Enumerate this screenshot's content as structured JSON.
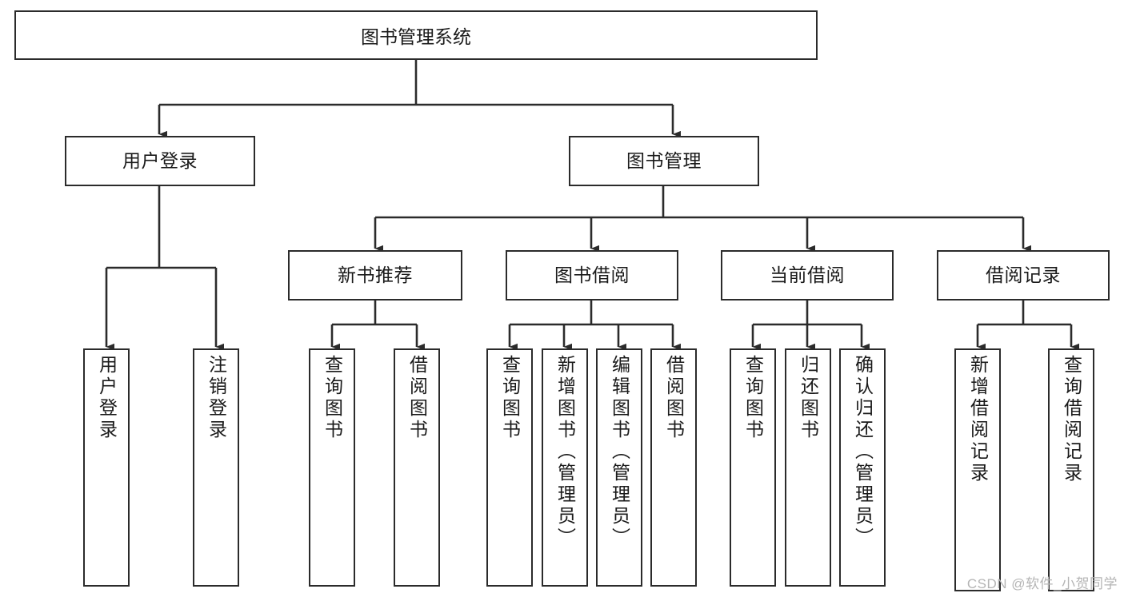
{
  "diagram": {
    "title": "图书管理系统",
    "type": "functional-structure-tree",
    "orientation": "top-down",
    "watermark": "CSDN @软件_小贺同学",
    "colors": {
      "stroke": "#2b2b2b",
      "fill": "#ffffff",
      "text": "#1a1a1a",
      "watermark": "#b4b4b4"
    },
    "levels": {
      "root": "图书管理系统",
      "level2": [
        "用户登录",
        "图书管理"
      ],
      "level3": [
        "新书推荐",
        "图书借阅",
        "当前借阅",
        "借阅记录"
      ]
    },
    "nodes": {
      "root": {
        "label": "图书管理系统"
      },
      "user_login": {
        "label": "用户登录"
      },
      "book_manage": {
        "label": "图书管理"
      },
      "new_book_rec": {
        "label": "新书推荐"
      },
      "book_borrow": {
        "label": "图书借阅"
      },
      "current_borrow": {
        "label": "当前借阅"
      },
      "borrow_record": {
        "label": "借阅记录"
      },
      "leaf_user_login": {
        "label": "用户登录"
      },
      "leaf_logout": {
        "label": "注销登录"
      },
      "leaf_query_book_1": {
        "label": "查询图书"
      },
      "leaf_borrow_book_1": {
        "label": "借阅图书"
      },
      "leaf_query_book_2": {
        "label": "查询图书"
      },
      "leaf_add_book": {
        "label": "新增图书（管理员）"
      },
      "leaf_edit_book": {
        "label": "编辑图书（管理员）"
      },
      "leaf_borrow_book_2": {
        "label": "借阅图书"
      },
      "leaf_query_book_3": {
        "label": "查询图书"
      },
      "leaf_return_book": {
        "label": "归还图书"
      },
      "leaf_confirm_return": {
        "label": "确认归还（管理员）"
      },
      "leaf_add_record": {
        "label": "新增借阅记录"
      },
      "leaf_query_record": {
        "label": "查询借阅记录"
      }
    },
    "edges": [
      {
        "from": "root",
        "to": "user_login"
      },
      {
        "from": "root",
        "to": "book_manage"
      },
      {
        "from": "user_login",
        "to": "leaf_user_login"
      },
      {
        "from": "user_login",
        "to": "leaf_logout"
      },
      {
        "from": "book_manage",
        "to": "new_book_rec"
      },
      {
        "from": "book_manage",
        "to": "book_borrow"
      },
      {
        "from": "book_manage",
        "to": "current_borrow"
      },
      {
        "from": "book_manage",
        "to": "borrow_record"
      },
      {
        "from": "new_book_rec",
        "to": "leaf_query_book_1"
      },
      {
        "from": "new_book_rec",
        "to": "leaf_borrow_book_1"
      },
      {
        "from": "book_borrow",
        "to": "leaf_query_book_2"
      },
      {
        "from": "book_borrow",
        "to": "leaf_add_book"
      },
      {
        "from": "book_borrow",
        "to": "leaf_edit_book"
      },
      {
        "from": "book_borrow",
        "to": "leaf_borrow_book_2"
      },
      {
        "from": "current_borrow",
        "to": "leaf_query_book_3"
      },
      {
        "from": "current_borrow",
        "to": "leaf_return_book"
      },
      {
        "from": "current_borrow",
        "to": "leaf_confirm_return"
      },
      {
        "from": "borrow_record",
        "to": "leaf_add_record"
      },
      {
        "from": "borrow_record",
        "to": "leaf_query_record"
      }
    ]
  }
}
